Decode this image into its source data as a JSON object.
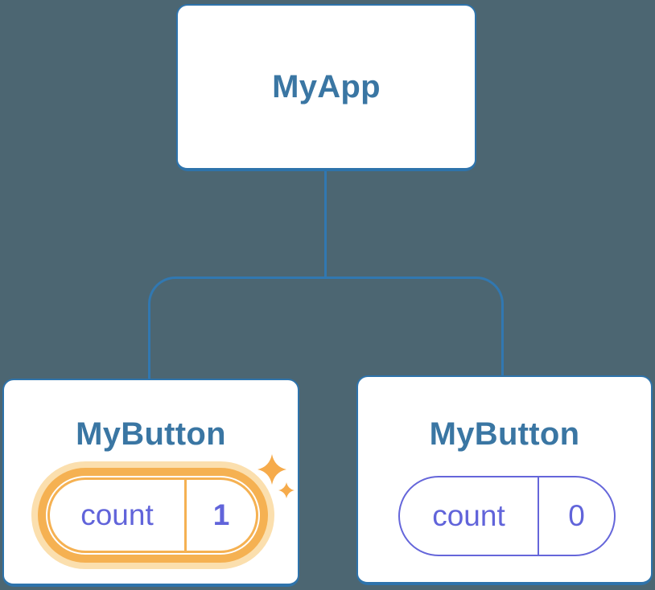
{
  "diagram": {
    "root": {
      "title": "MyApp"
    },
    "children": [
      {
        "title": "MyButton",
        "state": {
          "label": "count",
          "value": "1"
        },
        "highlighted": true,
        "icon": "sparkles-icon"
      },
      {
        "title": "MyButton",
        "state": {
          "label": "count",
          "value": "0"
        },
        "highlighted": false
      }
    ]
  },
  "colors": {
    "background": "#4C6672",
    "card_background": "#FFFFFF",
    "card_border": "#2E73AB",
    "connector": "#3178B1",
    "title_text": "#3A76A3",
    "state_text": "#6164DA",
    "state_border": "#6566DA",
    "highlight_ring": "#F5B152",
    "highlight_halo": "#FBDFAE",
    "sparkle": "#F6AB4B"
  }
}
